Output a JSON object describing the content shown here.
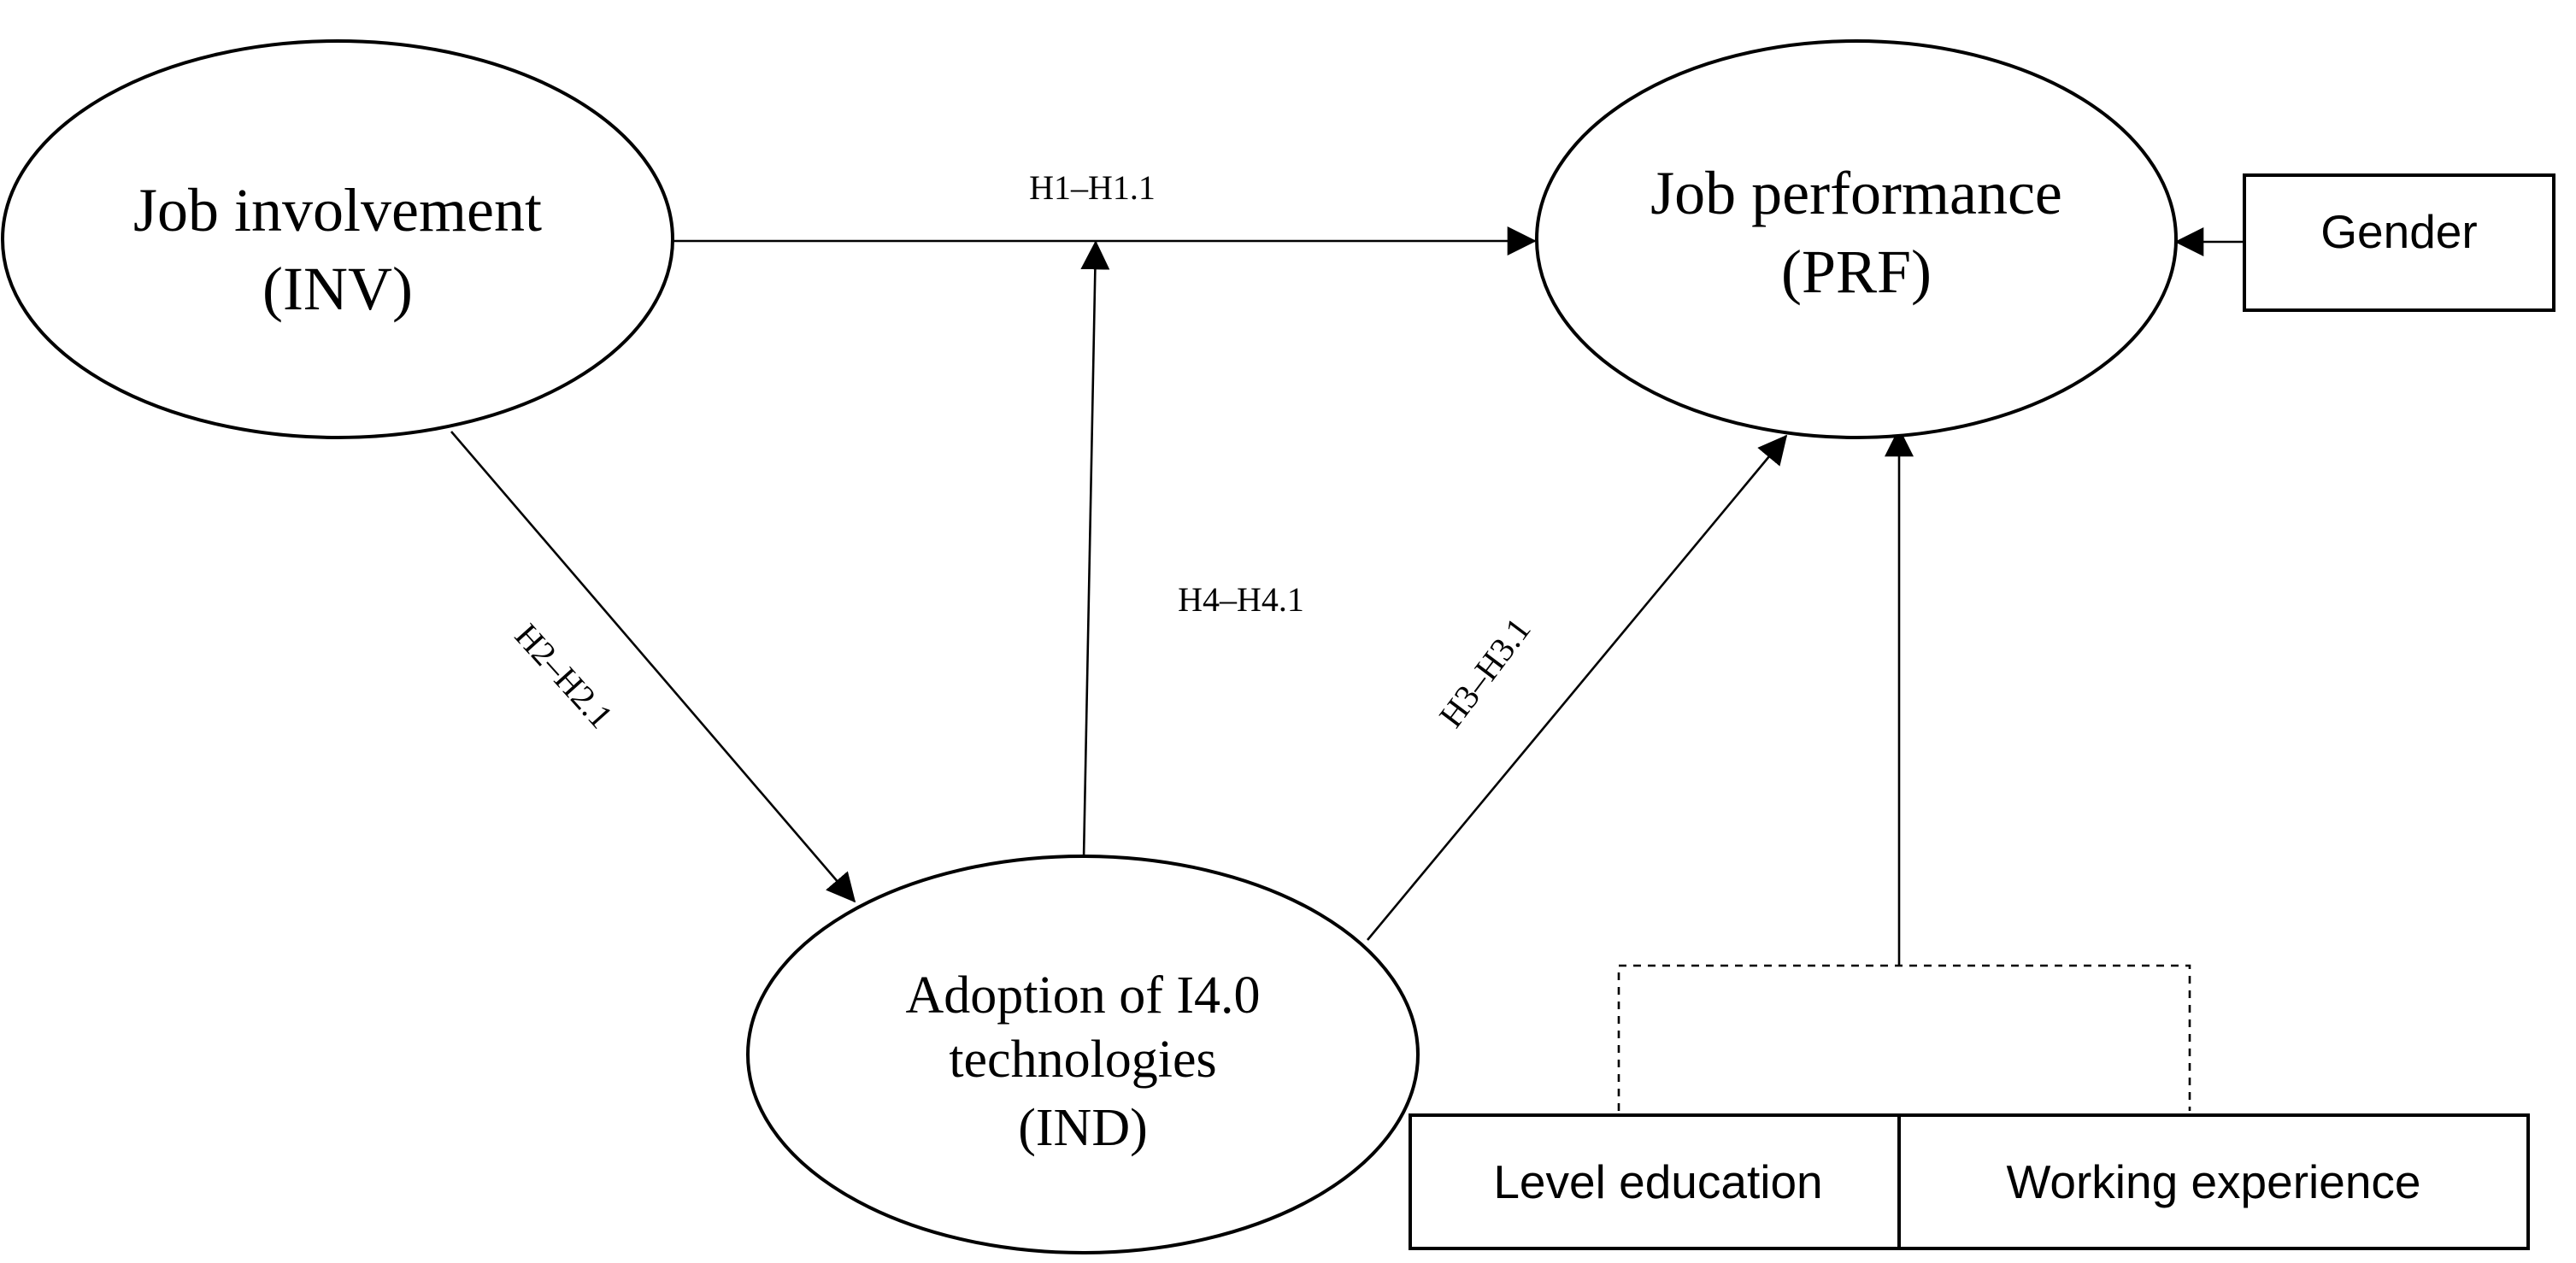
{
  "nodes": {
    "inv": {
      "line1": "Job involvement",
      "line2": "(INV)"
    },
    "prf": {
      "line1": "Job performance",
      "line2": "(PRF)"
    },
    "ind": {
      "line1": "Adoption of I4.0",
      "line2": "technologies",
      "line3": "(IND)"
    }
  },
  "controls": {
    "gender": "Gender",
    "level_education": "Level education",
    "working_experience": "Working experience"
  },
  "hypotheses": {
    "h1": "H1–H1.1",
    "h2": "H2–H2.1",
    "h3": "H3–H3.1",
    "h4": "H4–H4.1"
  }
}
